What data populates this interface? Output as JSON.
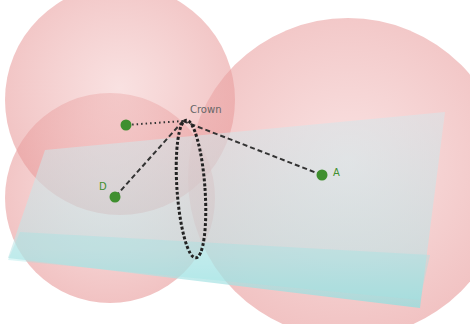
{
  "diagram": {
    "labels": [
      "Crown",
      "D",
      "A"
    ]
  }
}
